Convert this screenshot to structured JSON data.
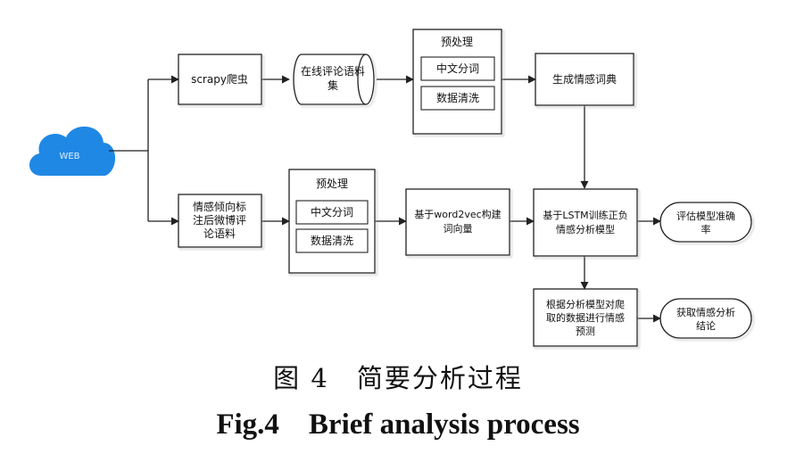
{
  "nodes": {
    "web": "WEB",
    "scrapy": "scrapy爬虫",
    "online_corpus": [
      "在线评论语料",
      "集"
    ],
    "preprocess_1": {
      "title": "预处理",
      "seg": "中文分词",
      "clean": "数据清洗"
    },
    "dict": "生成情感词典",
    "labeled_corpus": [
      "情感倾向标",
      "注后微博评",
      "论语料"
    ],
    "preprocess_2": {
      "title": "预处理",
      "seg": "中文分词",
      "clean": "数据清洗"
    },
    "word2vec": [
      "基于word2vec构建",
      "词向量"
    ],
    "lstm": [
      "基于LSTM训练正负",
      "情感分析模型"
    ],
    "evaluate": [
      "评估模型准确",
      "率"
    ],
    "predict": [
      "根据分析模型对爬",
      "取的数据进行情感",
      "预测"
    ],
    "conclusion": [
      "获取情感分析",
      "结论"
    ]
  },
  "caption": {
    "cn": "图 4　简要分析过程",
    "en": "Fig.4　Brief analysis process"
  },
  "colors": {
    "cloud": "#1f88e5",
    "stroke": "#222222"
  }
}
